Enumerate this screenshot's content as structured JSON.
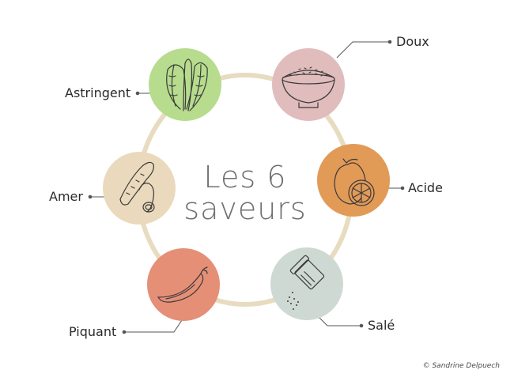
{
  "title": {
    "line1": "Les 6",
    "line2": "saveurs"
  },
  "flavors": [
    {
      "label": "Doux",
      "color": "#e0bcbc",
      "icon": "rice-bowl-icon"
    },
    {
      "label": "Acide",
      "color": "#e29a57",
      "icon": "lemon-icon"
    },
    {
      "label": "Salé",
      "color": "#cfd9d3",
      "icon": "salt-shaker-icon"
    },
    {
      "label": "Piquant",
      "color": "#e58f77",
      "icon": "chili-pepper-icon"
    },
    {
      "label": "Amer",
      "color": "#ead9bc",
      "icon": "turmeric-root-icon"
    },
    {
      "label": "Astringent",
      "color": "#b7dc8d",
      "icon": "leafy-greens-icon"
    }
  ],
  "ring_color": "#e8dcc0",
  "credit": "© Sandrine Delpuech"
}
